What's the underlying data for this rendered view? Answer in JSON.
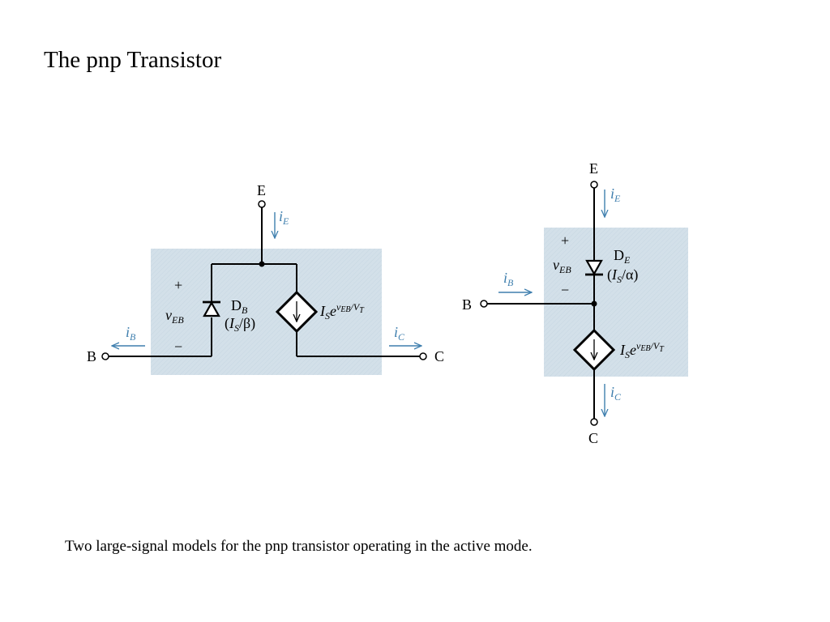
{
  "slide": {
    "title": "The pnp Transistor",
    "caption": "Two large-signal models for the pnp transistor operating in the active mode."
  },
  "colors": {
    "panel": "#d3e0e9",
    "current_arrow": "#3f7fae",
    "wire": "#000000"
  },
  "left_model": {
    "emitter_terminal": "E",
    "base_terminal": "B",
    "collector_terminal": "C",
    "emitter_current": {
      "symbol": "i",
      "sub": "E"
    },
    "base_current": {
      "symbol": "i",
      "sub": "B"
    },
    "collector_current": {
      "symbol": "i",
      "sub": "C"
    },
    "polarity_plus": "+",
    "polarity_minus": "−",
    "voltage": {
      "symbol": "v",
      "sub": "EB"
    },
    "diode_name": {
      "symbol": "D",
      "sub": "B"
    },
    "diode_rating": {
      "open": "(",
      "symbol": "I",
      "sub": "S",
      "rest": "/β)"
    },
    "source_label": {
      "symbol": "I",
      "sub": "S",
      "base": "e",
      "sup_v": "v",
      "sup_sub": "EB",
      "sup_rest": "/V",
      "sup_sub2": "T"
    }
  },
  "right_model": {
    "emitter_terminal": "E",
    "base_terminal": "B",
    "collector_terminal": "C",
    "emitter_current": {
      "symbol": "i",
      "sub": "E"
    },
    "base_current": {
      "symbol": "i",
      "sub": "B"
    },
    "collector_current": {
      "symbol": "i",
      "sub": "C"
    },
    "polarity_plus": "+",
    "polarity_minus": "−",
    "voltage": {
      "symbol": "v",
      "sub": "EB"
    },
    "diode_name": {
      "symbol": "D",
      "sub": "E"
    },
    "diode_rating": {
      "open": "(",
      "symbol": "I",
      "sub": "S",
      "rest": "/α)"
    },
    "source_label": {
      "symbol": "I",
      "sub": "S",
      "base": "e",
      "sup_v": "v",
      "sup_sub": "EB",
      "sup_rest": "/V",
      "sup_sub2": "T"
    }
  }
}
